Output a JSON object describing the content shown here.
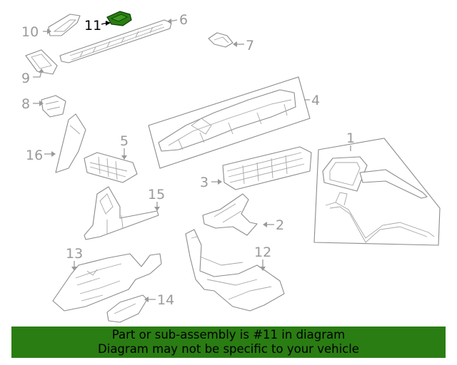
{
  "diagram": {
    "highlighted_part": "11",
    "highlight_color": "#2a7d12",
    "callouts": {
      "c1": "1",
      "c2": "2",
      "c3": "3",
      "c4": "4",
      "c5": "5",
      "c6": "6",
      "c7": "7",
      "c8": "8",
      "c9": "9",
      "c10": "10",
      "c11": "11",
      "c12": "12",
      "c13": "13",
      "c14": "14",
      "c15": "15",
      "c16": "16"
    }
  },
  "banner": {
    "line1": "Part or sub-assembly is #11 in diagram",
    "line2": "Diagram may not be specific to your vehicle",
    "background": "#2a7d12"
  }
}
